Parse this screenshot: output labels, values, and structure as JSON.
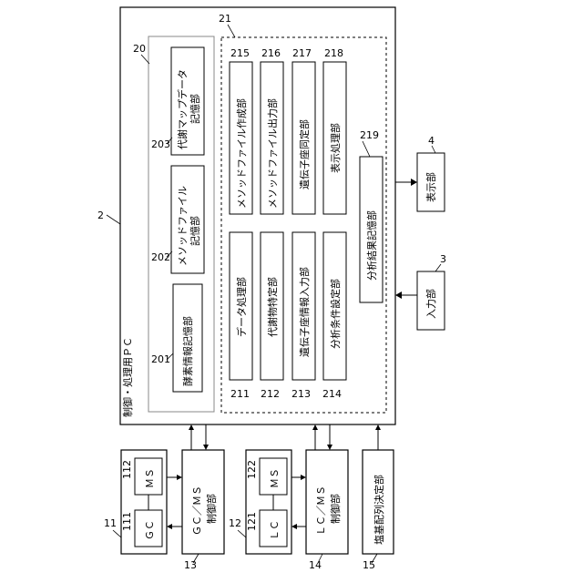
{
  "figure": {
    "pc": {
      "number": "2",
      "title": "制御・処理用ＰＣ"
    },
    "storage_group": {
      "number": "20"
    },
    "analysis_group": {
      "number": "21"
    },
    "storage_units": [
      {
        "number": "201",
        "label": "酵素情報記憶部"
      },
      {
        "number": "202",
        "label_line1": "メソッドファイル",
        "label_line2": "記憶部"
      },
      {
        "number": "203",
        "label_line1": "代謝マップデータ",
        "label_line2": "記憶部"
      }
    ],
    "analysis_units_lower": [
      {
        "number": "211",
        "label": "データ処理部"
      },
      {
        "number": "212",
        "label": "代謝物特定部"
      },
      {
        "number": "213",
        "label": "遺伝子座情報入力部"
      },
      {
        "number": "214",
        "label": "分析条件設定部"
      }
    ],
    "analysis_units_upper": [
      {
        "number": "215",
        "label": "メソッドファイル作成部"
      },
      {
        "number": "216",
        "label": "メソッドファイル出力部"
      },
      {
        "number": "217",
        "label": "遺伝子座同定部"
      },
      {
        "number": "218",
        "label": "表示処理部"
      }
    ],
    "result_store": {
      "number": "219",
      "label": "分析結果記憶部"
    },
    "display": {
      "number": "4",
      "label": "表示部"
    },
    "input": {
      "number": "3",
      "label": "入力部"
    },
    "gcms_device": {
      "number": "11",
      "gc_number": "111",
      "gc_label": "ＧＣ",
      "ms_number": "112",
      "ms_label": "ＭＳ"
    },
    "lcms_device": {
      "number": "12",
      "lc_number": "121",
      "lc_label": "ＬＣ",
      "ms_number": "122",
      "ms_label": "ＭＳ"
    },
    "gcms_control": {
      "number": "13",
      "label_line1": "ＧＣ／ＭＳ",
      "label_line2": "制御部"
    },
    "lcms_control": {
      "number": "14",
      "label_line1": "ＬＣ／ＭＳ",
      "label_line2": "制御部"
    },
    "seq_unit": {
      "number": "15",
      "label": "塩基配列決定部"
    }
  }
}
